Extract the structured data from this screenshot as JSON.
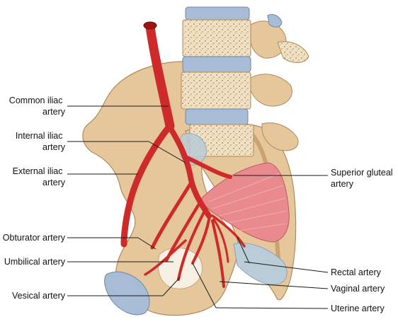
{
  "labels": {
    "common_iliac": [
      "Common iliac",
      "artery"
    ],
    "internal_iliac": [
      "Internal iliac",
      "artery"
    ],
    "external_iliac": [
      "External iliac",
      "artery"
    ],
    "obturator": "Obturator artery",
    "umbilical": "Umbilical artery",
    "vesical": "Vesical artery",
    "superior_gluteal": [
      "Superior gluteal",
      "artery"
    ],
    "rectal": "Rectal artery",
    "vaginal": "Vaginal artery",
    "uterine": "Uterine artery"
  },
  "colors": {
    "bone": "#e6c79c",
    "bone_shadow": "#c9a472",
    "cartilage": "#a8bcd6",
    "artery": "#cf2a2a",
    "artery_dark": "#9e1414",
    "muscle": "#e88a8e",
    "ligament": "#b9ccd8",
    "marrow": "#efe0c3"
  }
}
